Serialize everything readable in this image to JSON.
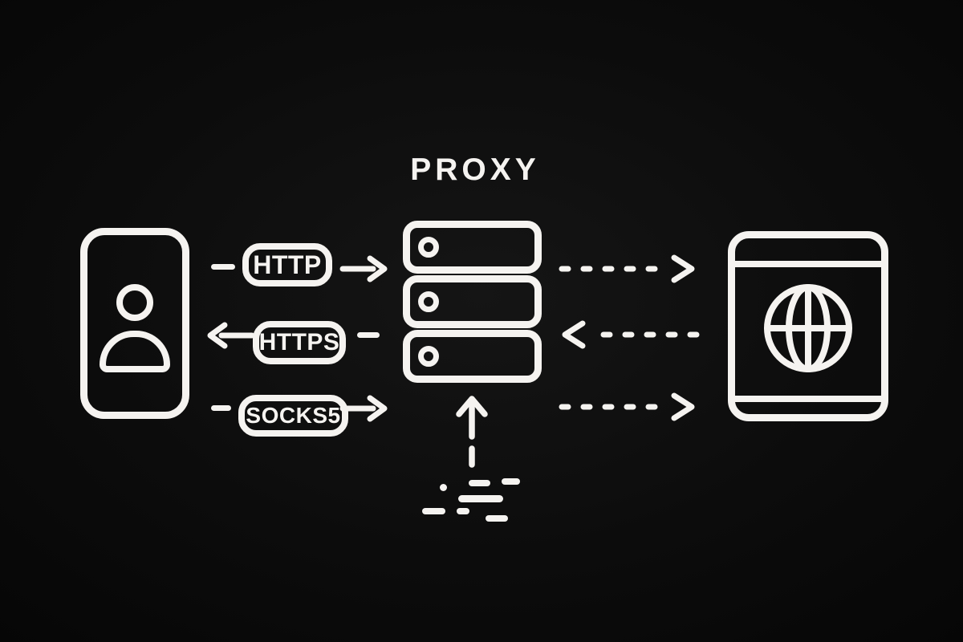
{
  "title": "PROXY",
  "palette": {
    "background": "#0a0a0a",
    "ink": "#f5f3f0"
  },
  "nodes": {
    "client": {
      "icon": "user-device"
    },
    "proxy": {
      "icon": "server-stack",
      "server_count": 3
    },
    "web": {
      "icon": "globe-browser"
    }
  },
  "protocols": [
    {
      "label": "HTTP",
      "direction": "client-to-proxy"
    },
    {
      "label": "HTTPS",
      "direction": "proxy-to-client"
    },
    {
      "label": "SOCKS5",
      "direction": "client-to-proxy"
    }
  ],
  "proxy_web_links": [
    {
      "style": "dashed",
      "direction": "proxy-to-web"
    },
    {
      "style": "dashed",
      "direction": "web-to-proxy"
    },
    {
      "style": "dashed",
      "direction": "proxy-to-web"
    }
  ],
  "incoming_traffic": {
    "style": "up-arrow-with-dashes"
  }
}
